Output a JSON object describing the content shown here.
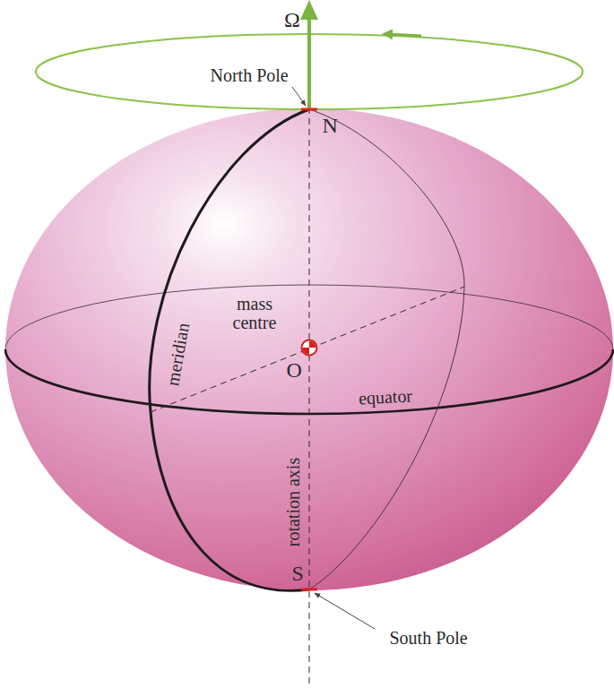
{
  "diagram": {
    "labels": [
      "Ω",
      "North Pole",
      "N",
      "mass centre",
      "O",
      "meridian",
      "equator",
      "rotation axis",
      "S",
      "South Pole"
    ]
  }
}
